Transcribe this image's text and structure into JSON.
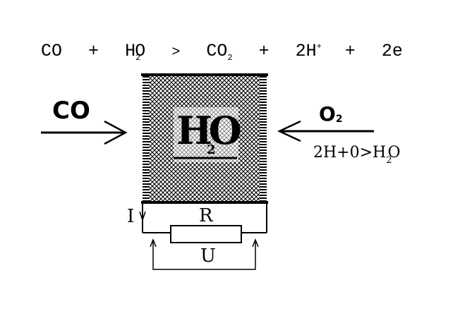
{
  "equation": {
    "co": "CO",
    "plus1": "+",
    "h": "H",
    "h_sub": "2",
    "o": "O",
    "arrow": ">",
    "co2": "CO",
    "co2_sub": "2",
    "plus2": "+",
    "two_h": "2H",
    "h_sup": "+",
    "plus3": "+",
    "two_e": "2e"
  },
  "left_input": {
    "label": "CO"
  },
  "right_input": {
    "label": "O",
    "label_sub": "2"
  },
  "right_reaction": {
    "text": "2H+0>H",
    "text_sub": "2",
    "text_end": "O"
  },
  "membrane": {
    "h": "H",
    "h_sub": "2",
    "o": "O"
  },
  "circuit": {
    "current": "I",
    "resistor": "R",
    "voltage": "U"
  }
}
